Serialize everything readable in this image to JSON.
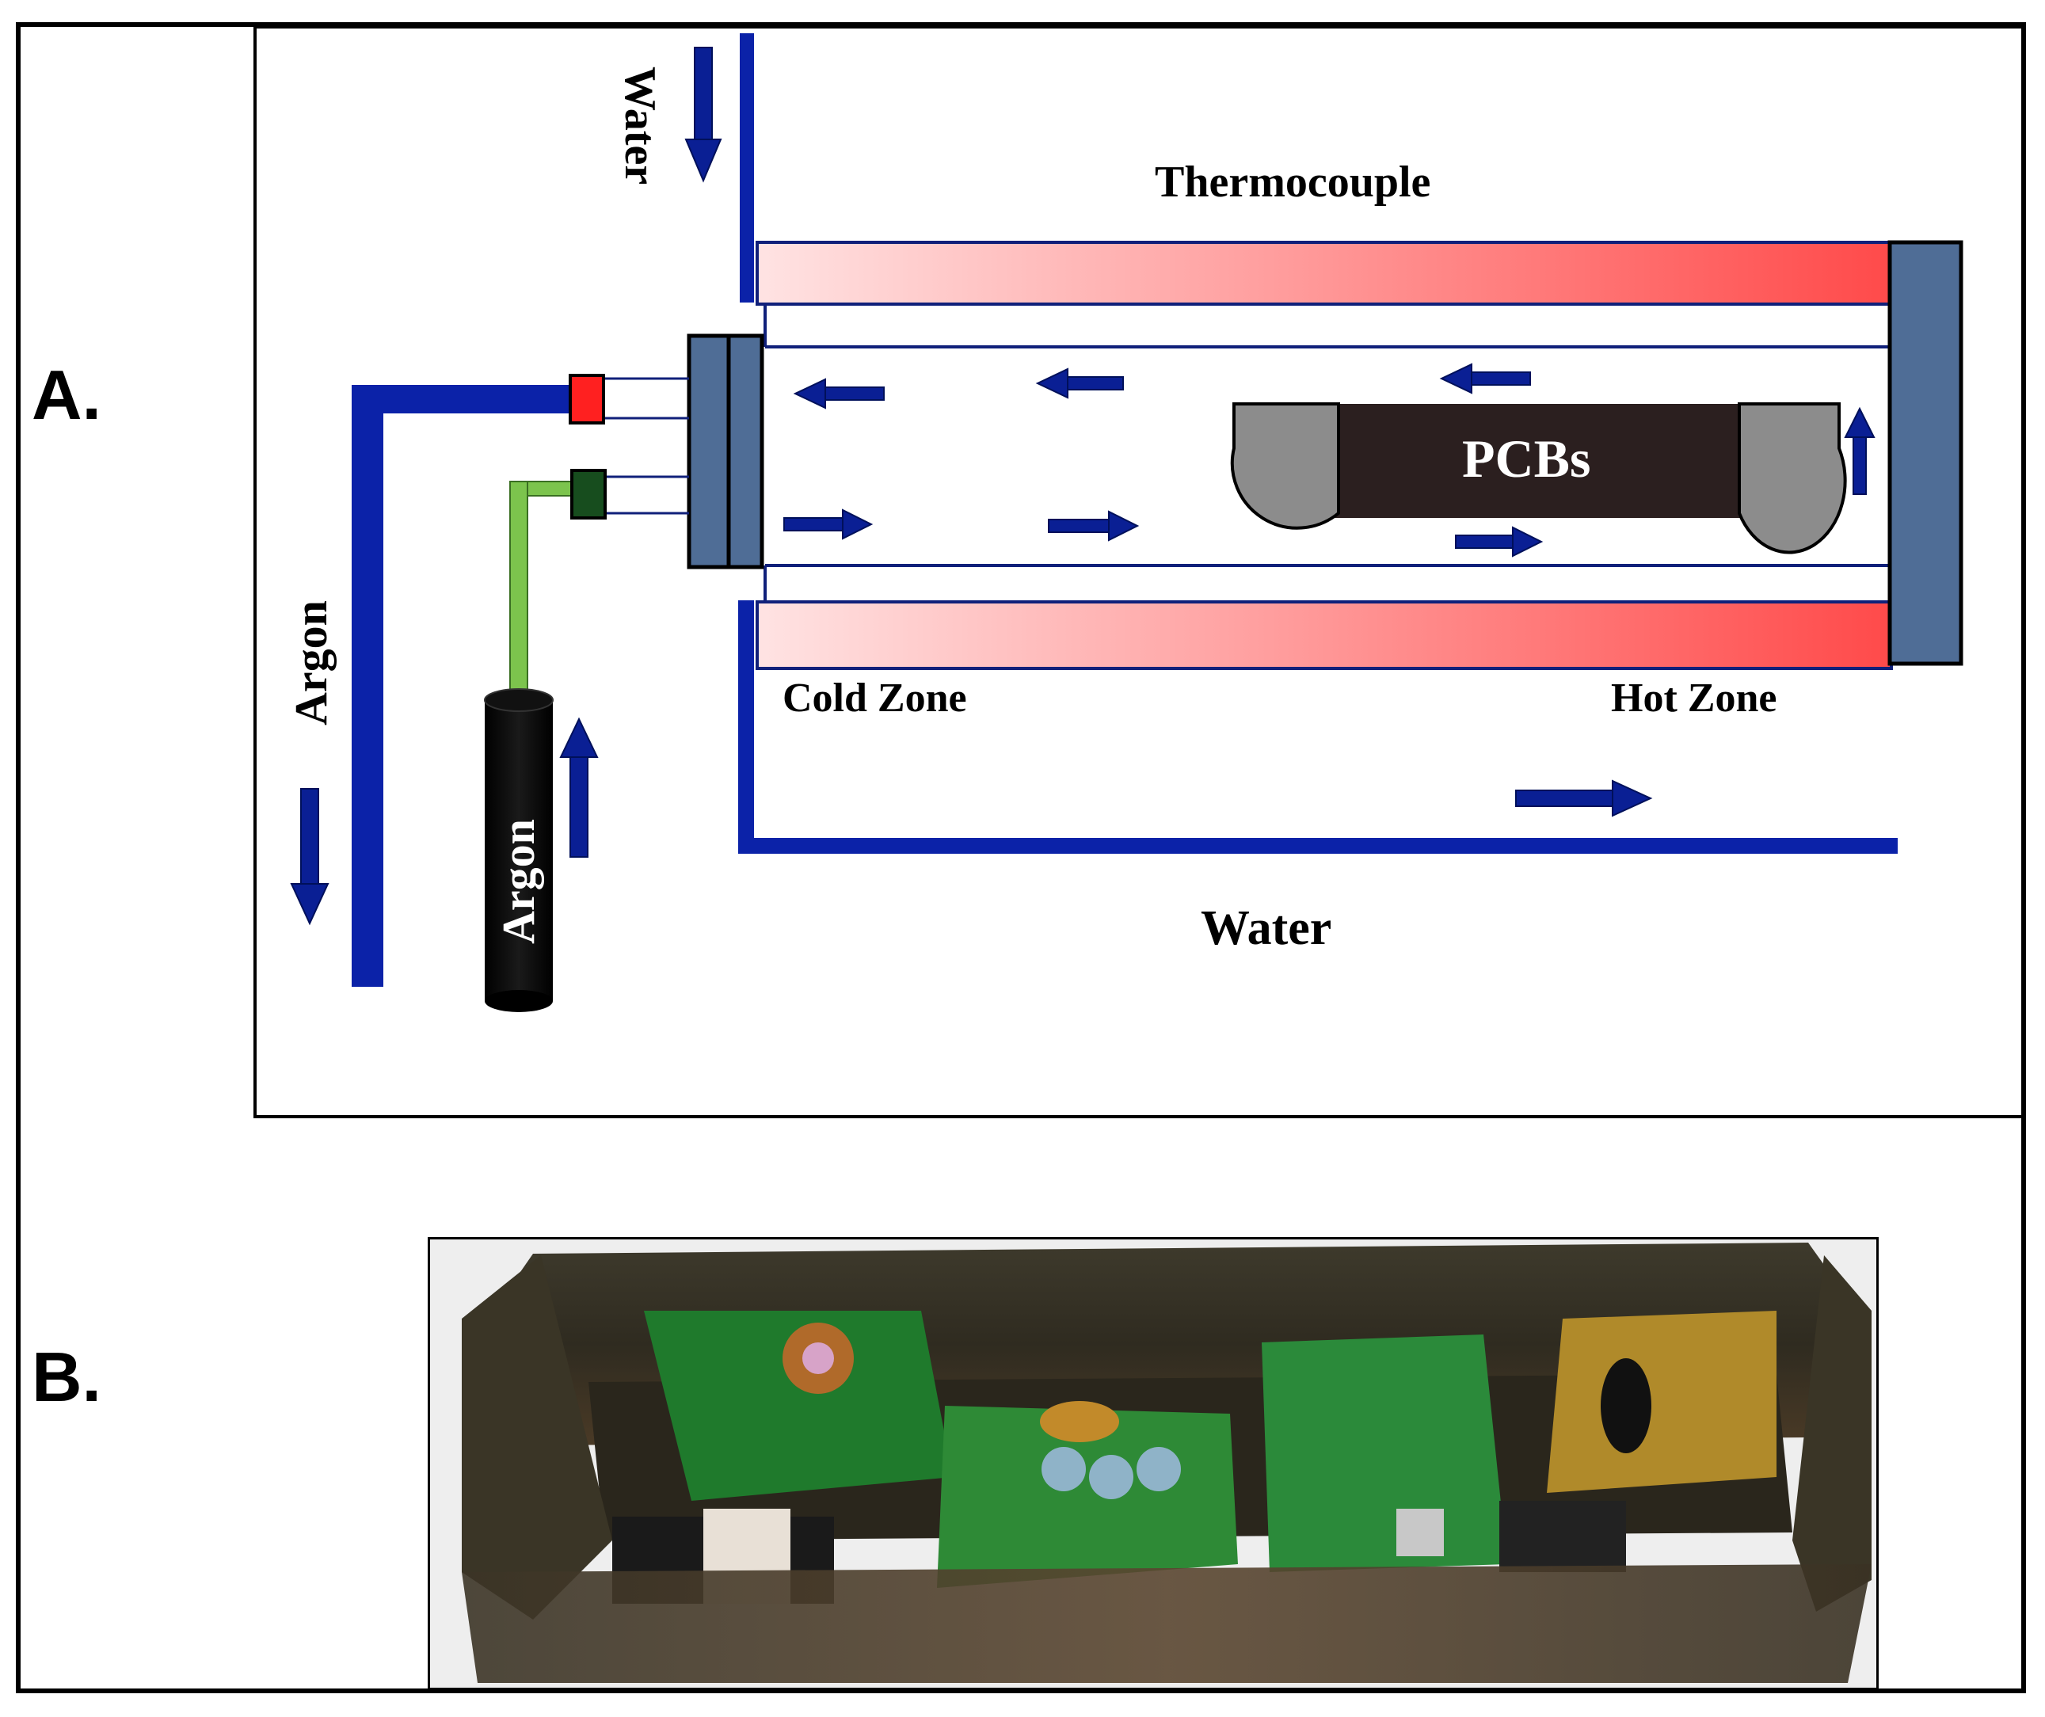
{
  "figure": {
    "panel_a_label": "A.",
    "panel_b_label": "B.",
    "labels": {
      "water_top": "Water",
      "thermocouple": "Thermocouple",
      "pcbs": "PCBs",
      "argon_left": "Argon",
      "argon_cylinder": "Argon",
      "cold_zone": "Cold Zone",
      "hot_zone": "Hot Zone",
      "water_bottom": "Water"
    }
  },
  "colors": {
    "pipe_blue": "#0b22a8",
    "arrow_blue": "#0a1f94",
    "flange": "#4f6d96",
    "heater_hot": "#ff4a4a",
    "heater_cold": "#ffe3e3",
    "pcb_dark": "#2b1f1f",
    "boat_grey": "#8c8c8c",
    "inlet_red": "#ff2020",
    "inlet_green": "#174d1e",
    "argon_tube_green": "#7cc44d"
  },
  "photo": {
    "description_icon": "metal-boat-with-pcbs-photo"
  }
}
